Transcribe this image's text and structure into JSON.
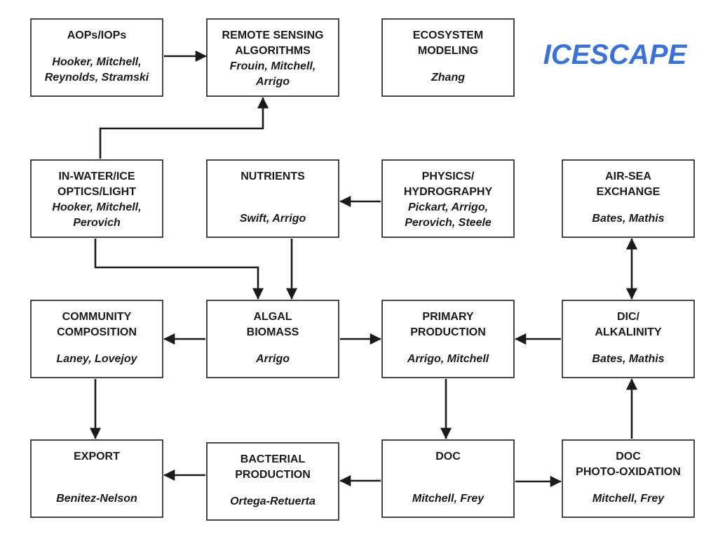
{
  "brand": {
    "text": "ICESCAPE",
    "color": "#3b72d6"
  },
  "nodes": {
    "aops_iops": {
      "title": [
        "AOPs/IOPs"
      ],
      "names": [
        "Hooker, Mitchell,",
        "Reynolds, Stramski"
      ]
    },
    "remote_sensing": {
      "title": [
        "REMOTE SENSING",
        "ALGORITHMS"
      ],
      "names": [
        "Frouin, Mitchell,",
        "Arrigo"
      ]
    },
    "ecosystem_modeling": {
      "title": [
        "ECOSYSTEM",
        "MODELING"
      ],
      "names": [
        "Zhang"
      ]
    },
    "in_water_optics": {
      "title": [
        "IN-WATER/ICE",
        "OPTICS/LIGHT"
      ],
      "names": [
        "Hooker, Mitchell,",
        "Perovich"
      ]
    },
    "nutrients": {
      "title": [
        "NUTRIENTS"
      ],
      "names": [
        "Swift, Arrigo"
      ]
    },
    "physics_hydrography": {
      "title": [
        "PHYSICS/",
        "HYDROGRAPHY"
      ],
      "names": [
        "Pickart, Arrigo,",
        "Perovich, Steele"
      ]
    },
    "air_sea_exchange": {
      "title": [
        "AIR-SEA",
        "EXCHANGE"
      ],
      "names": [
        "Bates, Mathis"
      ]
    },
    "community_composition": {
      "title": [
        "COMMUNITY",
        "COMPOSITION"
      ],
      "names": [
        "Laney, Lovejoy"
      ]
    },
    "algal_biomass": {
      "title": [
        "ALGAL",
        "BIOMASS"
      ],
      "names": [
        "Arrigo"
      ]
    },
    "primary_production": {
      "title": [
        "PRIMARY",
        "PRODUCTION"
      ],
      "names": [
        "Arrigo, Mitchell"
      ]
    },
    "dic_alkalinity": {
      "title": [
        "DIC/",
        "ALKALINITY"
      ],
      "names": [
        "Bates, Mathis"
      ]
    },
    "export": {
      "title": [
        "EXPORT"
      ],
      "names": [
        "Benitez-Nelson"
      ]
    },
    "bacterial_production": {
      "title": [
        "BACTERIAL",
        "PRODUCTION"
      ],
      "names": [
        "Ortega-Retuerta"
      ]
    },
    "doc": {
      "title": [
        "DOC"
      ],
      "names": [
        "Mitchell, Frey"
      ]
    },
    "doc_photo_oxidation": {
      "title": [
        "DOC",
        "PHOTO-OXIDATION"
      ],
      "names": [
        "Mitchell, Frey"
      ]
    }
  },
  "edges": [
    {
      "from": "aops_iops",
      "to": "remote_sensing"
    },
    {
      "from": "in_water_optics",
      "to": "remote_sensing"
    },
    {
      "from": "physics_hydrography",
      "to": "nutrients"
    },
    {
      "from": "in_water_optics",
      "to": "algal_biomass"
    },
    {
      "from": "nutrients",
      "to": "algal_biomass"
    },
    {
      "from": "algal_biomass",
      "to": "community_composition"
    },
    {
      "from": "algal_biomass",
      "to": "primary_production"
    },
    {
      "from": "dic_alkalinity",
      "to": "primary_production"
    },
    {
      "from": "air_sea_exchange",
      "to": "dic_alkalinity",
      "bidirectional": true
    },
    {
      "from": "community_composition",
      "to": "export"
    },
    {
      "from": "primary_production",
      "to": "doc"
    },
    {
      "from": "doc",
      "to": "bacterial_production"
    },
    {
      "from": "bacterial_production",
      "to": "export"
    },
    {
      "from": "doc",
      "to": "doc_photo_oxidation"
    },
    {
      "from": "doc_photo_oxidation",
      "to": "dic_alkalinity"
    }
  ]
}
